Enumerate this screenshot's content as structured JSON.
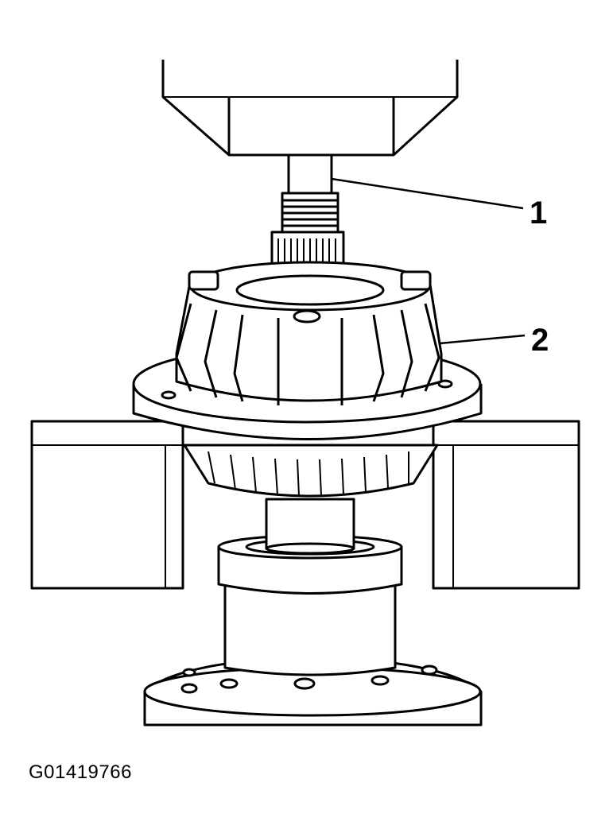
{
  "callouts": [
    {
      "label": "1"
    },
    {
      "label": "2"
    }
  ],
  "figure_id": "G01419766",
  "colors": {
    "ink": "#000000",
    "paper": "#ffffff"
  }
}
